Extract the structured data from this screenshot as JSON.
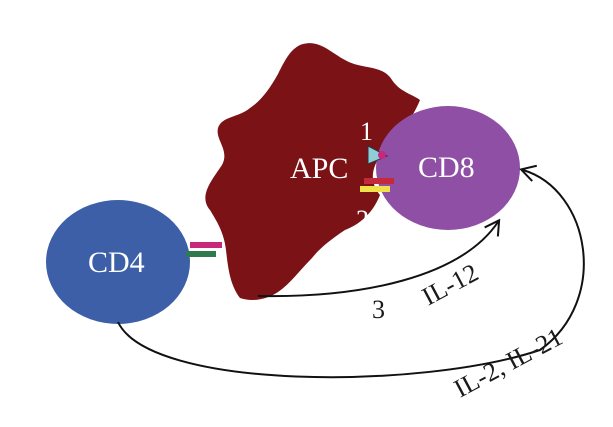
{
  "cells": {
    "apc": {
      "label": "APC",
      "color": "#7a1216"
    },
    "cd8": {
      "label": "CD8",
      "color": "#8e4fa5"
    },
    "cd4": {
      "label": "CD4",
      "color": "#3c5fa8"
    }
  },
  "signals": {
    "signal_1": "1",
    "signal_2": "2",
    "signal_3": "3"
  },
  "arrows": {
    "apc_to_cd8": "IL-12",
    "cd4_to_cd8": "IL-2, IL-21"
  },
  "receptor_colors": {
    "magenta": "#c8287a",
    "green": "#2f7a4f",
    "red": "#c42a3a",
    "yellow": "#f0e04a",
    "teal": "#8ecfd6"
  }
}
